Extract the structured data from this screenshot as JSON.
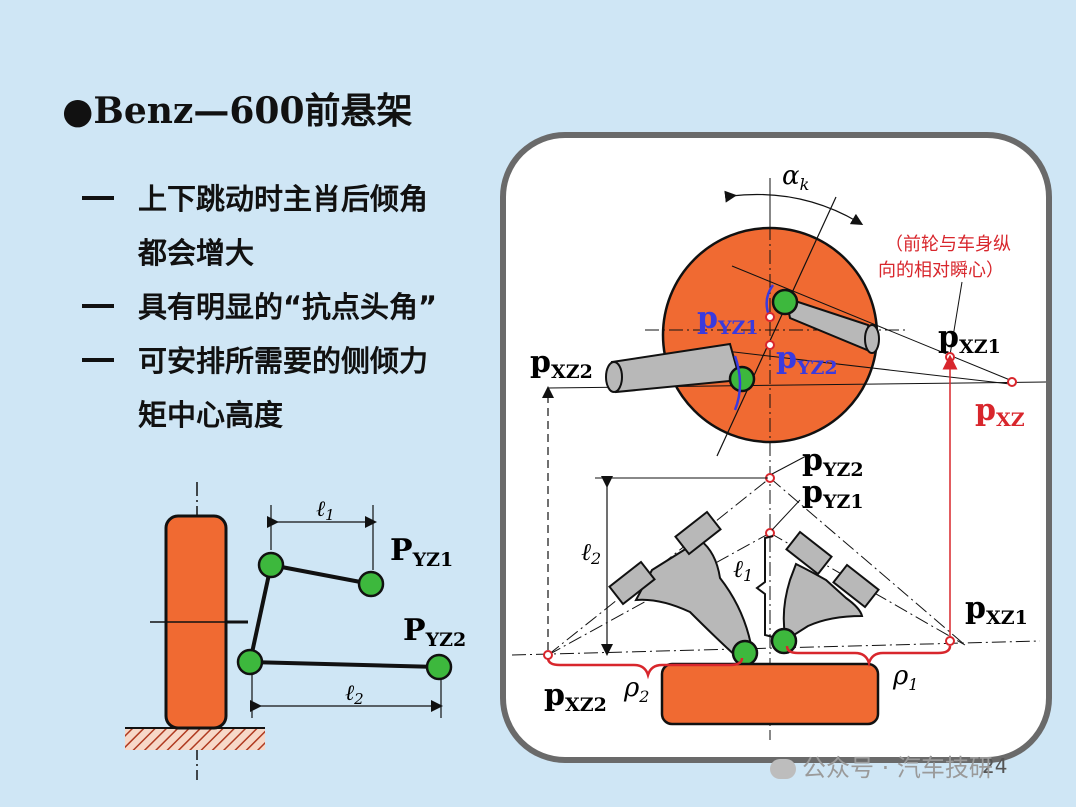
{
  "title": "●Benz—600前悬架",
  "bullets": [
    {
      "line1": "上下跳动时主肖后倾角",
      "line2": "都会增大"
    },
    {
      "line1": "具有明显的“抗点头角”",
      "line2": ""
    },
    {
      "line1": "可安排所需要的侧倾力",
      "line2": "矩中心高度"
    }
  ],
  "left_diagram": {
    "label_l1": "ℓ",
    "label_l1_sub": "1",
    "label_l2": "ℓ",
    "label_l2_sub": "2",
    "label_pyz1": "P",
    "label_pyz1_sub": "YZ1",
    "label_pyz2": "P",
    "label_pyz2_sub": "YZ2"
  },
  "right_diagram": {
    "alpha": "α",
    "alpha_sub": "k",
    "annotation_line1": "（前轮与车身纵",
    "annotation_line2": "向的相对瞬心）",
    "pyz1_blue": "p",
    "pyz1_blue_sub": "YZ1",
    "pyz2_blue": "p",
    "pyz2_blue_sub": "YZ2",
    "pxz2_top": "p",
    "pxz2_top_sub": "XZ2",
    "pxz1_top": "p",
    "pxz1_top_sub": "XZ1",
    "pxz_red": "p",
    "pxz_red_sub": "XZ",
    "pyz2_mid": "p",
    "pyz2_mid_sub": "YZ2",
    "pyz1_mid": "p",
    "pyz1_mid_sub": "YZ1",
    "l2": "ℓ",
    "l2_sub": "2",
    "l1": "ℓ",
    "l1_sub": "1",
    "pxz1_bottom": "p",
    "pxz1_bottom_sub": "XZ1",
    "pxz2_bottom": "p",
    "pxz2_bottom_sub": "XZ2",
    "rho2": "ρ",
    "rho2_sub": "2",
    "rho1": "ρ",
    "rho1_sub": "1"
  },
  "watermark": "公众号 · 汽车技研",
  "page_number": "24",
  "colors": {
    "background": "#cfe6f5",
    "orange": "#f06a32",
    "green": "#3db83d",
    "gray_part": "#b8b8b8",
    "red": "#d8262c",
    "blue": "#3a3adf"
  }
}
